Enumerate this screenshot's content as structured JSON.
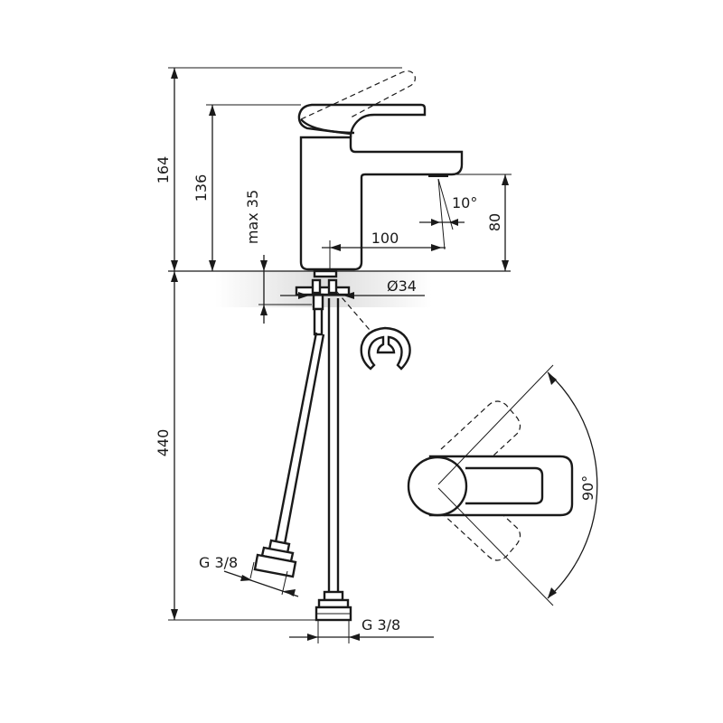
{
  "dimensions": {
    "total_height": "164",
    "lever_height": "136",
    "max_mount": "max 35",
    "spout_angle": "10°",
    "spout_reach": "100",
    "spout_height": "80",
    "hole_diameter": "Ø34",
    "hose_length": "440",
    "hose_thread_left": "G 3/8",
    "hose_thread_bottom": "G 3/8",
    "lever_rotation": "90°"
  }
}
